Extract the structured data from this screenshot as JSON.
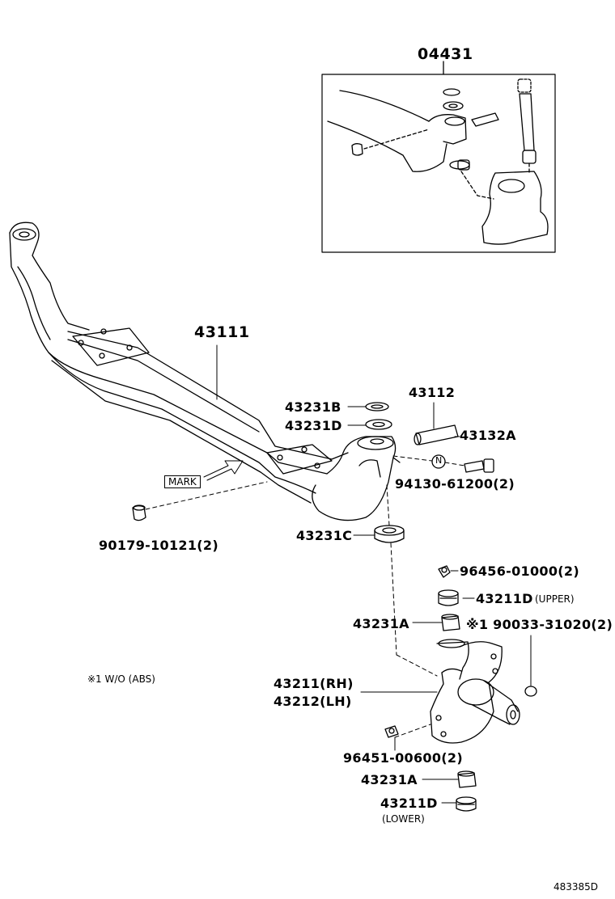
{
  "labels": {
    "p04431": "04431",
    "p43111": "43111",
    "p43231B": "43231B",
    "p43231D": "43231D",
    "p43112": "43112",
    "p43132A": "43132A",
    "p94130": "94130-61200(2)",
    "mark": "MARK",
    "p90179": "90179-10121(2)",
    "p43231C": "43231C",
    "p96456": "96456-01000(2)",
    "p43211D_upper": "43211D",
    "upper_note": "(UPPER)",
    "p43231A_1": "43231A",
    "p90033": "※1 90033-31020(2)",
    "footnote": "※1 W/O (ABS)",
    "p43211": "43211(RH)",
    "p43212": "43212(LH)",
    "p96451": "96451-00600(2)",
    "p43231A_2": "43231A",
    "p43211D_lower": "43211D",
    "lower_note": "(LOWER)",
    "n_symbol": "N",
    "diagram_id": "483385D"
  }
}
